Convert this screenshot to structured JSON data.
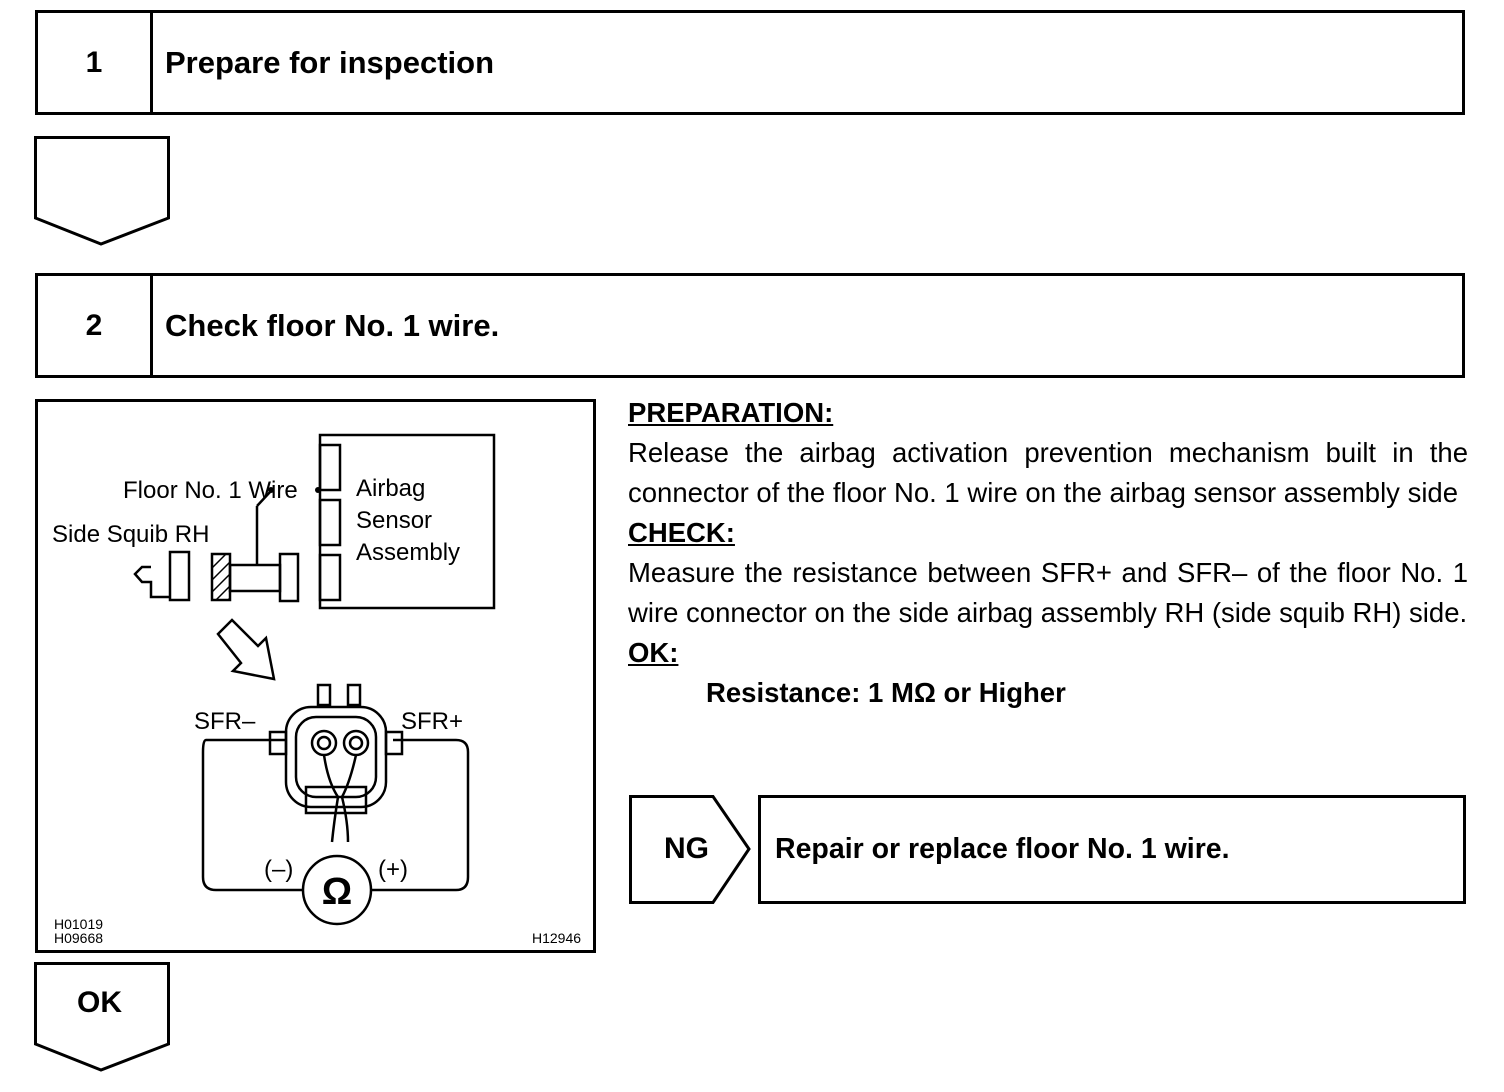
{
  "step1": {
    "number": "1",
    "title": "Prepare for inspection"
  },
  "step2": {
    "number": "2",
    "title": "Check floor No. 1 wire."
  },
  "figure": {
    "labels": {
      "floor_wire": "Floor No. 1 Wire",
      "side_squib": "Side Squib RH",
      "airbag_line1": "Airbag",
      "airbag_line2": "Sensor",
      "airbag_line3": "Assembly",
      "sfr_minus": "SFR–",
      "sfr_plus": "SFR+",
      "meter_minus": "(–)",
      "meter_plus": "(+)",
      "ohm": "Ω"
    },
    "codes": {
      "left_line1": "H01019",
      "left_line2": "H09668",
      "right": "H12946"
    }
  },
  "instructions": {
    "preparation_heading": "PREPARATION:",
    "preparation_text": "Release the airbag activation prevention mechanism built in the connector of the floor No. 1 wire on the airbag sensor assembly side",
    "check_heading": "CHECK:",
    "check_text": "Measure the resistance between SFR+ and SFR– of the floor No. 1 wire connector on the side airbag assembly RH (side squib RH) side.",
    "ok_heading": "OK:",
    "ok_spec": "Resistance: 1 MΩ or Higher"
  },
  "ng": {
    "label": "NG",
    "action": "Repair or replace floor No. 1 wire."
  },
  "ok_arrow": {
    "label": "OK"
  }
}
